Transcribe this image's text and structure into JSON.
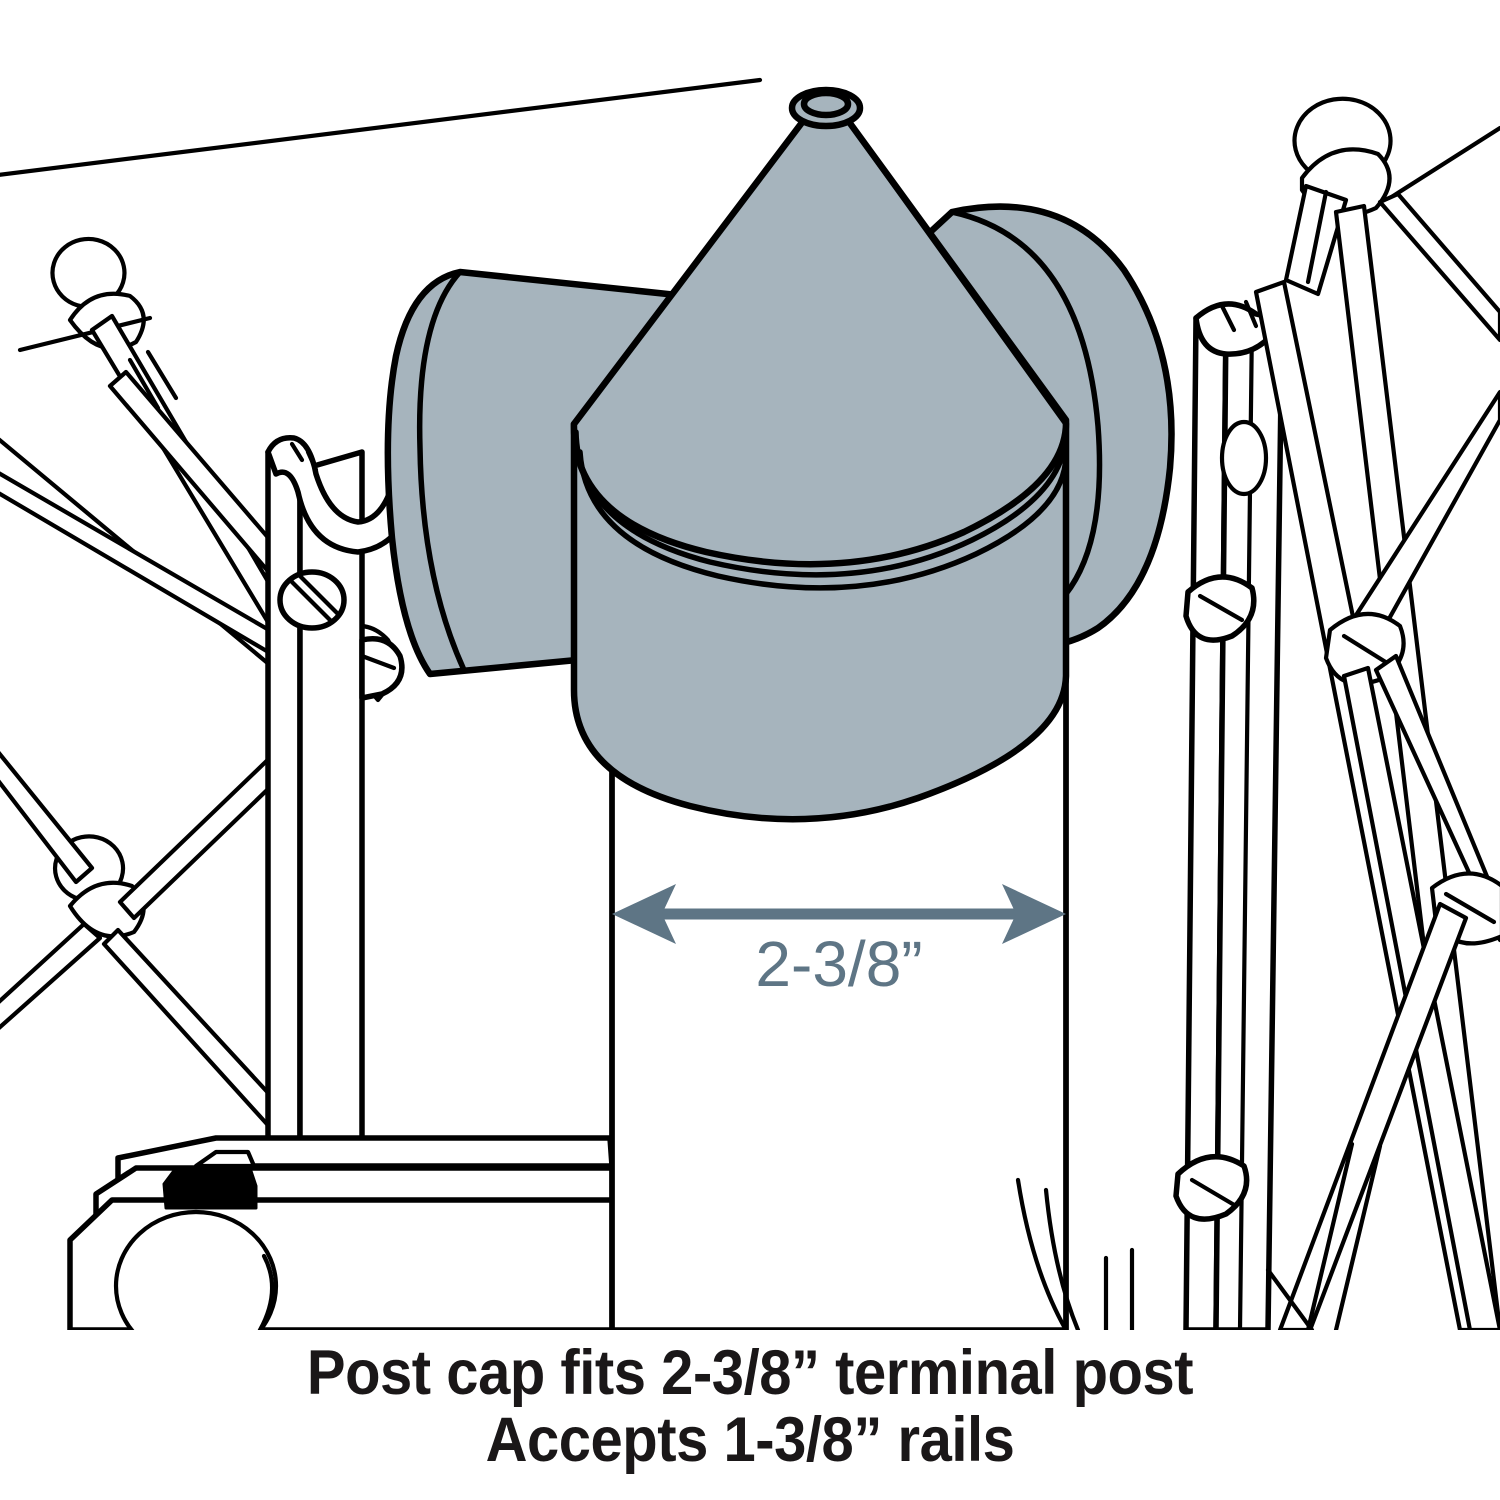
{
  "illustration": {
    "title": "Post cap fits 2-3/8” terminal post",
    "subject": "chain-link fence terminal post cap with rail ends",
    "background_color": "#ffffff",
    "line_color": "#000000",
    "cap_fill_color": "#a6b4bd",
    "dimension_color": "#5e7585",
    "caption_color": "#1a1718"
  },
  "dimension": {
    "label": "2-3/8”",
    "arrow_style": "double-headed",
    "orientation": "horizontal",
    "measures": "post outside diameter"
  },
  "caption": {
    "line1": "Post cap fits 2-3/8” terminal post",
    "line2": "Accepts 1-3/8” rails"
  },
  "parts": {
    "post_cap": "dome-cone post cap",
    "rail_sleeve_left": "left rail end sleeve",
    "rail_sleeve_right": "right rail end sleeve",
    "terminal_post": "2-3/8” terminal post",
    "tension_bar_left": "left tension bar",
    "tension_bar_right": "right tension bar",
    "chain_link_left": "left chain-link fabric",
    "chain_link_right": "right chain-link fabric",
    "tension_band_bolt": "carriage bolt",
    "base_bracket": "base bracket hardware"
  }
}
